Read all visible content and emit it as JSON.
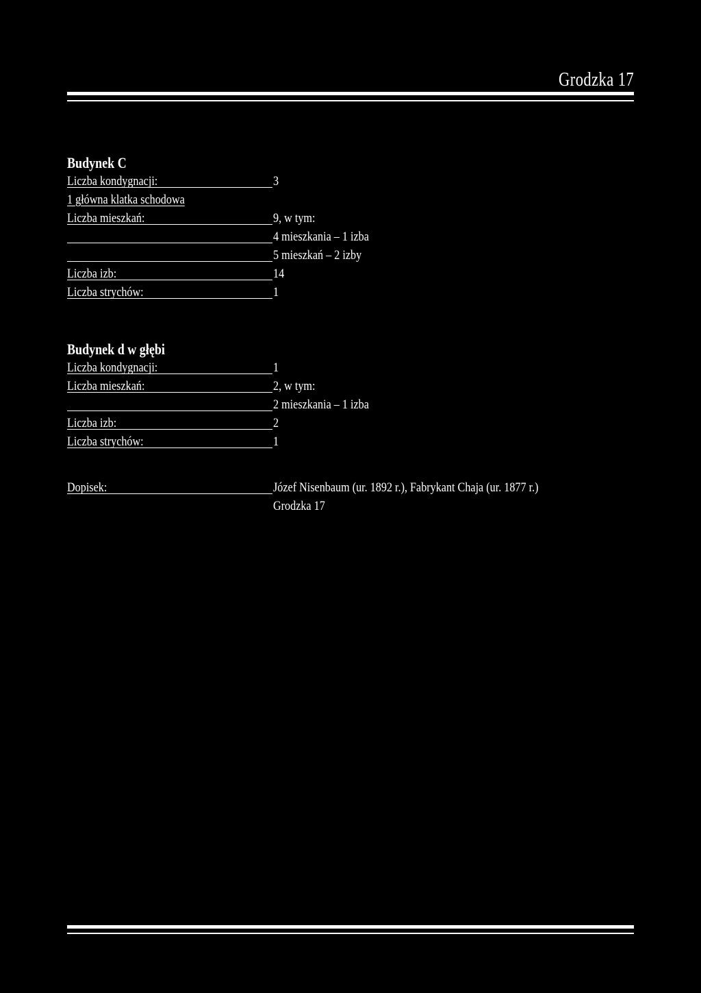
{
  "header": {
    "title": "Grodzka 17"
  },
  "building_c": {
    "heading": "Budynek C",
    "floors_label": "Liczba kondygnacji:",
    "floors_value": "3",
    "staircase": "1 główna klatka schodowa",
    "flats_label": "Liczba mieszkań:",
    "flats_value": "9, w tym:",
    "flats_detail_1": "4 mieszkania – 1 izba",
    "flats_detail_2": "5 mieszkań – 2 izby",
    "rooms_label": "Liczba izb:",
    "rooms_value": "14",
    "attics_label": "Liczba strychów:",
    "attics_value": "1"
  },
  "building_d": {
    "heading": "Budynek d w głębi",
    "floors_label": "Liczba kondygnacji:",
    "floors_value": "1",
    "flats_label": "Liczba mieszkań:",
    "flats_value": "2, w tym:",
    "flats_detail_1": "2 mieszkania – 1 izba",
    "rooms_label": "Liczba izb:",
    "rooms_value": "2",
    "attics_label": "Liczba strychów:",
    "attics_value": "1"
  },
  "note": {
    "label": "Dopisek:",
    "line_1": "Józef Nisenbaum (ur. 1892 r.), Fabrykant Chaja (ur. 1877 r.)",
    "line_2": "Grodzka 17"
  },
  "colors": {
    "background": "#000000",
    "text": "#ffffff"
  }
}
